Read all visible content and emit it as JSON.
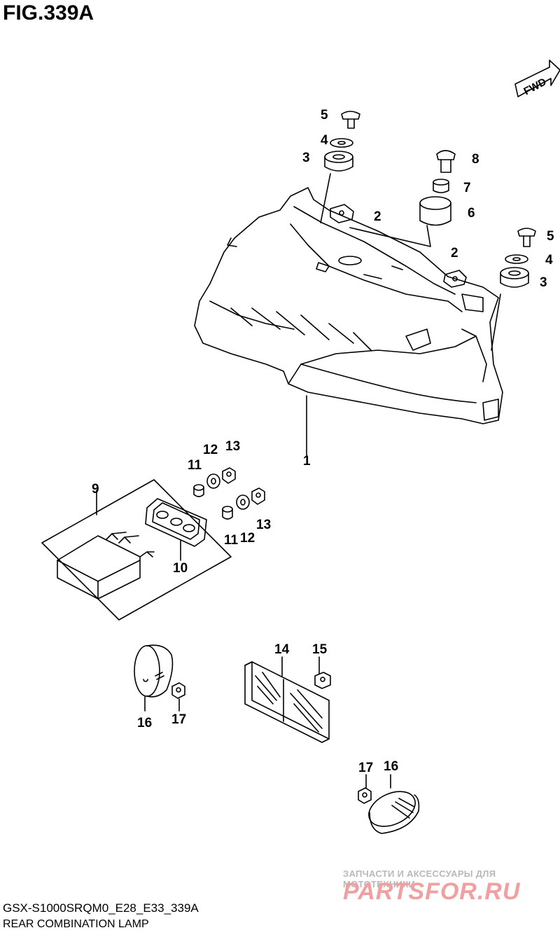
{
  "figure": {
    "title": "FIG.339A",
    "code": "GSX-S1000SRQM0_E28_E33_339A",
    "caption": "REAR COMBINATION LAMP",
    "direction_badge": "FWD"
  },
  "callouts": [
    "5",
    "4",
    "3",
    "8",
    "2",
    "7",
    "6",
    "5",
    "4",
    "3",
    "2",
    "1",
    "12",
    "13",
    "11",
    "9",
    "11",
    "12",
    "13",
    "10",
    "14",
    "15",
    "16",
    "17",
    "17",
    "16"
  ],
  "watermark": {
    "subtitle": "ЗАПЧАСТИ И АКСЕССУАРЫ ДЛЯ МОТОТЕХНИКИ",
    "logo_text": "PARTSFOR.RU",
    "logo_color": "#f0a0a0"
  },
  "colors": {
    "line": "#000000",
    "background": "#ffffff"
  }
}
